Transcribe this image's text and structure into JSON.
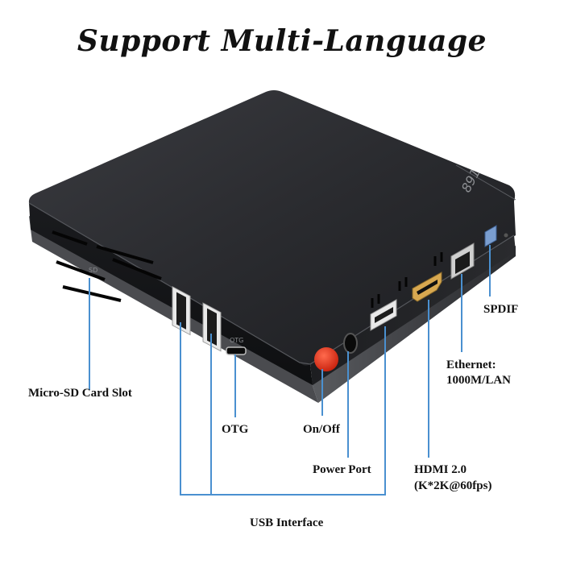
{
  "title": "Support Multi-Language",
  "device": {
    "top_marking": "891",
    "sd_marking": "SD",
    "otg_marking": "OTG"
  },
  "labels": {
    "micro_sd": "Micro-SD Card Slot",
    "otg": "OTG",
    "on_off": "On/Off",
    "power_port": "Power Port",
    "hdmi_line1": "HDMI 2.0",
    "hdmi_line2": "(K*2K@60fps)",
    "ethernet_line1": "Ethernet:",
    "ethernet_line2": "1000M/LAN",
    "spdif": "SPDIF",
    "usb": "USB Interface"
  },
  "colors": {
    "callout_line": "#4a90d0",
    "power_button": "#e8361f",
    "box_top": "#2b2c30",
    "box_side": "#16171a"
  }
}
